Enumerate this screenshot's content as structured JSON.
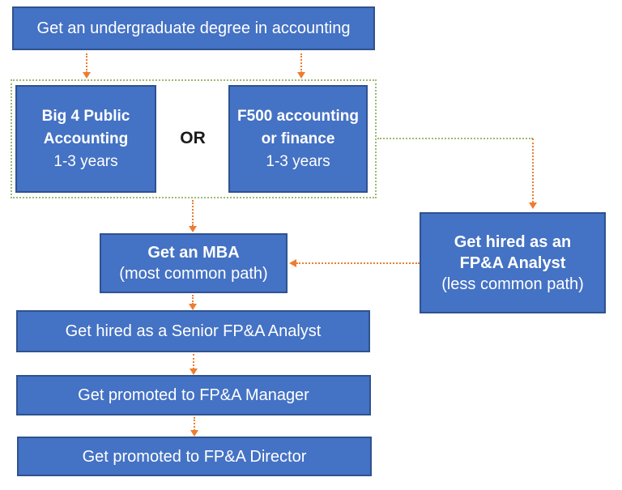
{
  "colors": {
    "box_fill": "#4472C4",
    "box_border": "#2F528F",
    "arrow_orange": "#ED7D31",
    "group_green": "#9BBA72",
    "or_color": "#1a1a1a",
    "text_color": "#ffffff"
  },
  "nodes": {
    "undergrad": {
      "label": "Get an undergraduate degree in accounting"
    },
    "big4": {
      "line1": "Big 4 Public",
      "line2": "Accounting",
      "duration": "1-3 years"
    },
    "or": {
      "label": "OR"
    },
    "f500": {
      "line1": "F500 accounting",
      "line2": "or finance",
      "duration": "1-3 years"
    },
    "mba": {
      "title": "Get an MBA",
      "subtitle": "(most common path)"
    },
    "fpa_analyst": {
      "line1": "Get hired as an",
      "line2": "FP&A Analyst",
      "subtitle": "(less common path)"
    },
    "senior_analyst": {
      "label": "Get hired as a Senior FP&A Analyst"
    },
    "manager": {
      "label": "Get promoted to FP&A Manager"
    },
    "director": {
      "label": "Get promoted to FP&A Director"
    }
  }
}
